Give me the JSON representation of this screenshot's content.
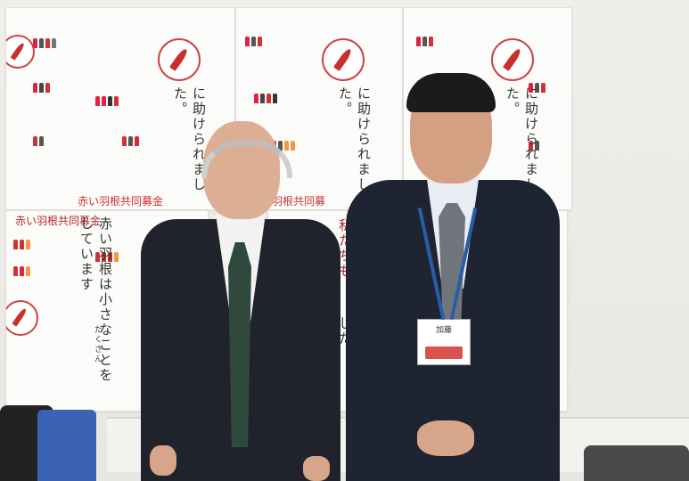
{
  "photo": {
    "description_hidden": "",
    "poster_texts": {
      "banner_top": "赤い羽根共同募金",
      "vertical_1": "に助けられました。",
      "vertical_2": "私たちも",
      "vertical_3": "赤い羽根は小さなことをしています",
      "fund_label": "赤い羽根共同募金",
      "fund_label_partial": "羽根共同募",
      "handwritten_small": "たくさん"
    },
    "badge_name": "加藤"
  }
}
